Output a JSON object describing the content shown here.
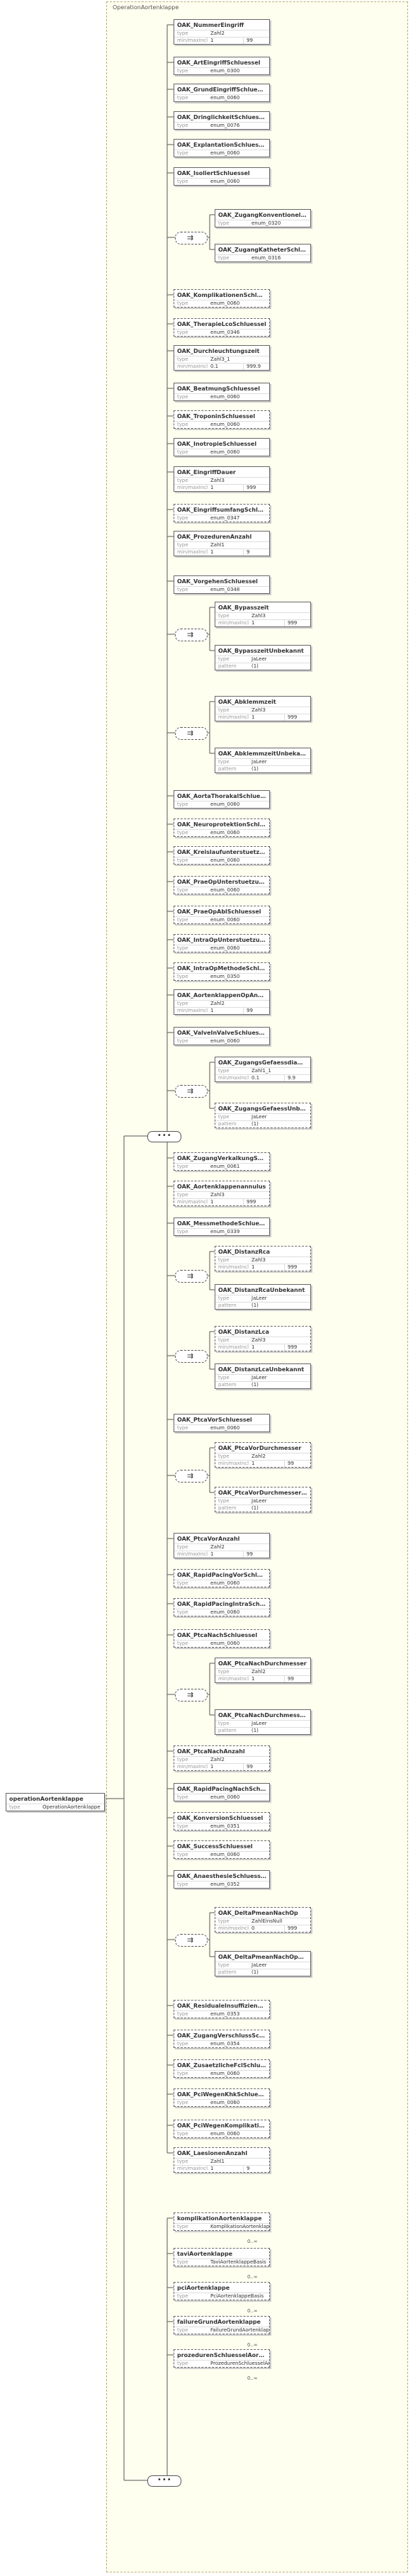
{
  "diagram": {
    "group_title": "OperationAortenklappe",
    "root": {
      "name": "operationAortenklappe",
      "type_key": "type",
      "type_value": "OperationAortenklappe"
    },
    "elements": [
      {
        "name": "OAK_NummerEingriff",
        "props": [
          [
            "type",
            "Zahl2"
          ],
          [
            "min/maxIncl",
            "1",
            "99"
          ]
        ]
      },
      {
        "name": "OAK_ArtEingriffSchluessel",
        "props": [
          [
            "type",
            "enum_0300"
          ]
        ]
      },
      {
        "name": "OAK_GrundEingriffSchluessel",
        "props": [
          [
            "type",
            "enum_0060"
          ]
        ]
      },
      {
        "name": "OAK_DringlichkeitSchluessel",
        "props": [
          [
            "type",
            "enum_0076"
          ]
        ]
      },
      {
        "name": "OAK_ExplantationSchluessel",
        "props": [
          [
            "type",
            "enum_0060"
          ]
        ]
      },
      {
        "name": "OAK_IsoliertSchluessel",
        "props": [
          [
            "type",
            "enum_0060"
          ]
        ]
      },
      {
        "name": "OAK_ZugangKonventionellSchlue...",
        "props": [
          [
            "type",
            "enum_0320"
          ]
        ]
      },
      {
        "name": "OAK_ZugangKatheterSchluessel",
        "props": [
          [
            "type",
            "enum_0316"
          ]
        ]
      },
      {
        "name": "OAK_KomplikationenSchluessel",
        "props": [
          [
            "type",
            "enum_0060"
          ]
        ]
      },
      {
        "name": "OAK_TherapieLcoSchluessel",
        "props": [
          [
            "type",
            "enum_0346"
          ]
        ]
      },
      {
        "name": "OAK_Durchleuchtungszeit",
        "props": [
          [
            "type",
            "Zahl3_1"
          ],
          [
            "min/maxIncl",
            "0.1",
            "999.9"
          ]
        ]
      },
      {
        "name": "OAK_BeatmungSchluessel",
        "props": [
          [
            "type",
            "enum_0060"
          ]
        ]
      },
      {
        "name": "OAK_TroponinSchluessel",
        "props": [
          [
            "type",
            "enum_0060"
          ]
        ]
      },
      {
        "name": "OAK_InotropieSchluessel",
        "props": [
          [
            "type",
            "enum_0060"
          ]
        ]
      },
      {
        "name": "OAK_EingriffDauer",
        "props": [
          [
            "type",
            "Zahl3"
          ],
          [
            "min/maxIncl",
            "1",
            "999"
          ]
        ]
      },
      {
        "name": "OAK_EingriffsumfangSchluessel",
        "props": [
          [
            "type",
            "enum_0347"
          ]
        ]
      },
      {
        "name": "OAK_ProzedurenAnzahl",
        "props": [
          [
            "type",
            "Zahl1"
          ],
          [
            "min/maxIncl",
            "1",
            "9"
          ]
        ]
      },
      {
        "name": "OAK_VorgehenSchluessel",
        "props": [
          [
            "type",
            "enum_0348"
          ]
        ]
      },
      {
        "name": "OAK_Bypasszeit",
        "props": [
          [
            "type",
            "Zahl3"
          ],
          [
            "min/maxIncl",
            "1",
            "999"
          ]
        ]
      },
      {
        "name": "OAK_BypasszeitUnbekannt",
        "props": [
          [
            "type",
            "JaLeer"
          ],
          [
            "pattern",
            "(1)"
          ]
        ]
      },
      {
        "name": "OAK_Abklemmzeit",
        "props": [
          [
            "type",
            "Zahl3"
          ],
          [
            "min/maxIncl",
            "1",
            "999"
          ]
        ]
      },
      {
        "name": "OAK_AbklemmzeitUnbekannt",
        "props": [
          [
            "type",
            "JaLeer"
          ],
          [
            "pattern",
            "(1)"
          ]
        ]
      },
      {
        "name": "OAK_AortaThorakalSchluessel",
        "props": [
          [
            "type",
            "enum_0060"
          ]
        ]
      },
      {
        "name": "OAK_NeuroprotektionSchluessel",
        "props": [
          [
            "type",
            "enum_0060"
          ]
        ]
      },
      {
        "name": "OAK_KreislaufunterstuetzungSchl...",
        "props": [
          [
            "type",
            "enum_0060"
          ]
        ]
      },
      {
        "name": "OAK_PraeOpUnterstuetzungSchlu...",
        "props": [
          [
            "type",
            "enum_0060"
          ]
        ]
      },
      {
        "name": "OAK_PraeOpAblSchluessel",
        "props": [
          [
            "type",
            "enum_0060"
          ]
        ]
      },
      {
        "name": "OAK_IntraOpUnterstuetzungSchlu...",
        "props": [
          [
            "type",
            "enum_0060"
          ]
        ]
      },
      {
        "name": "OAK_IntraOpMethodeSchluessel",
        "props": [
          [
            "type",
            "enum_0350"
          ]
        ]
      },
      {
        "name": "OAK_AortenklappenOpAnzahl",
        "props": [
          [
            "type",
            "Zahl2"
          ],
          [
            "min/maxIncl",
            "1",
            "99"
          ]
        ]
      },
      {
        "name": "OAK_ValveInValveSchluessel",
        "props": [
          [
            "type",
            "enum_0060"
          ]
        ]
      },
      {
        "name": "OAK_ZugangsGefaessdiameter",
        "props": [
          [
            "type",
            "Zahl1_1"
          ],
          [
            "min/maxIncl",
            "0.1",
            "9.9"
          ]
        ]
      },
      {
        "name": "OAK_ZugangsGefaessUnbekannt",
        "props": [
          [
            "type",
            "JaLeer"
          ],
          [
            "pattern",
            "(1)"
          ]
        ]
      },
      {
        "name": "OAK_ZugangVerkalkungSchluessel",
        "props": [
          [
            "type",
            "enum_0061"
          ]
        ]
      },
      {
        "name": "OAK_Aortenklappenannulus",
        "props": [
          [
            "type",
            "Zahl3"
          ],
          [
            "min/maxIncl",
            "1",
            "999"
          ]
        ]
      },
      {
        "name": "OAK_MessmethodeSchluessel",
        "props": [
          [
            "type",
            "enum_0339"
          ]
        ]
      },
      {
        "name": "OAK_DistanzRca",
        "props": [
          [
            "type",
            "Zahl3"
          ],
          [
            "min/maxIncl",
            "1",
            "999"
          ]
        ]
      },
      {
        "name": "OAK_DistanzRcaUnbekannt",
        "props": [
          [
            "type",
            "JaLeer"
          ],
          [
            "pattern",
            "(1)"
          ]
        ]
      },
      {
        "name": "OAK_DistanzLca",
        "props": [
          [
            "type",
            "Zahl3"
          ],
          [
            "min/maxIncl",
            "1",
            "999"
          ]
        ]
      },
      {
        "name": "OAK_DistanzLcaUnbekannt",
        "props": [
          [
            "type",
            "JaLeer"
          ],
          [
            "pattern",
            "(1)"
          ]
        ]
      },
      {
        "name": "OAK_PtcaVorSchluessel",
        "props": [
          [
            "type",
            "enum_0060"
          ]
        ]
      },
      {
        "name": "OAK_PtcaVorDurchmesser",
        "props": [
          [
            "type",
            "Zahl2"
          ],
          [
            "min/maxIncl",
            "1",
            "99"
          ]
        ]
      },
      {
        "name": "OAK_PtcaVorDurchmesserUnbeka...",
        "props": [
          [
            "type",
            "JaLeer"
          ],
          [
            "pattern",
            "(1)"
          ]
        ]
      },
      {
        "name": "OAK_PtcaVorAnzahl",
        "props": [
          [
            "type",
            "Zahl2"
          ],
          [
            "min/maxIncl",
            "1",
            "99"
          ]
        ]
      },
      {
        "name": "OAK_RapidPacingVorSchluessel",
        "props": [
          [
            "type",
            "enum_0060"
          ]
        ]
      },
      {
        "name": "OAK_RapidPacingIntraSchluessel",
        "props": [
          [
            "type",
            "enum_0060"
          ]
        ]
      },
      {
        "name": "OAK_PtcaNachSchluessel",
        "props": [
          [
            "type",
            "enum_0060"
          ]
        ]
      },
      {
        "name": "OAK_PtcaNachDurchmesser",
        "props": [
          [
            "type",
            "Zahl2"
          ],
          [
            "min/maxIncl",
            "1",
            "99"
          ]
        ]
      },
      {
        "name": "OAK_PtcaNachDurchmesserUnbe...",
        "props": [
          [
            "type",
            "JaLeer"
          ],
          [
            "pattern",
            "(1)"
          ]
        ]
      },
      {
        "name": "OAK_PtcaNachAnzahl",
        "props": [
          [
            "type",
            "Zahl2"
          ],
          [
            "min/maxIncl",
            "1",
            "99"
          ]
        ]
      },
      {
        "name": "OAK_RapidPacingNachSchluessel",
        "props": [
          [
            "type",
            "enum_0060"
          ]
        ]
      },
      {
        "name": "OAK_KonversionSchluessel",
        "props": [
          [
            "type",
            "enum_0351"
          ]
        ]
      },
      {
        "name": "OAK_SuccessSchluessel",
        "props": [
          [
            "type",
            "enum_0060"
          ]
        ]
      },
      {
        "name": "OAK_AnaesthesieSchluessel",
        "props": [
          [
            "type",
            "enum_0352"
          ]
        ]
      },
      {
        "name": "OAK_DeltaPmeanNachOp",
        "props": [
          [
            "type",
            "ZahlEinsNull"
          ],
          [
            "min/maxIncl",
            "0",
            "999"
          ]
        ]
      },
      {
        "name": "OAK_DeltaPmeanNachOpUnbeka...",
        "props": [
          [
            "type",
            "JaLeer"
          ],
          [
            "pattern",
            "(1)"
          ]
        ]
      },
      {
        "name": "OAK_ResidualeInsuffizienzSchlues...",
        "props": [
          [
            "type",
            "enum_0353"
          ]
        ]
      },
      {
        "name": "OAK_ZugangVerschlussSchluessel",
        "props": [
          [
            "type",
            "enum_0354"
          ]
        ]
      },
      {
        "name": "OAK_ZusaetzlicheFclSchluessel",
        "props": [
          [
            "type",
            "enum_0060"
          ]
        ]
      },
      {
        "name": "OAK_PciWegenKhkSchluessel",
        "props": [
          [
            "type",
            "enum_0060"
          ]
        ]
      },
      {
        "name": "OAK_PciWegenKomplikationSchl...",
        "props": [
          [
            "type",
            "enum_0060"
          ]
        ]
      },
      {
        "name": "OAK_LaesionenAnzahl",
        "props": [
          [
            "type",
            "Zahl1"
          ],
          [
            "min/maxIncl",
            "1",
            "9"
          ]
        ]
      },
      {
        "name": "komplikationAortenklappe",
        "props": [
          [
            "type",
            "KomplikationAortenklappeBa..."
          ]
        ],
        "occ": "0..∞"
      },
      {
        "name": "taviAortenklappe",
        "props": [
          [
            "type",
            "TaviAortenklappeBasis"
          ]
        ],
        "occ": "0..∞"
      },
      {
        "name": "pciAortenklappe",
        "props": [
          [
            "type",
            "PciAortenklappeBasis"
          ]
        ],
        "occ": "0..∞"
      },
      {
        "name": "failureGrundAortenklappe",
        "props": [
          [
            "type",
            "FailureGrundAortenklappeBa..."
          ]
        ],
        "occ": "0..∞"
      },
      {
        "name": "prozedurenSchluesselAortenklap...",
        "props": [
          [
            "type",
            "ProzedurenSchluesselAortenk..."
          ]
        ],
        "occ": "0..∞"
      }
    ]
  }
}
